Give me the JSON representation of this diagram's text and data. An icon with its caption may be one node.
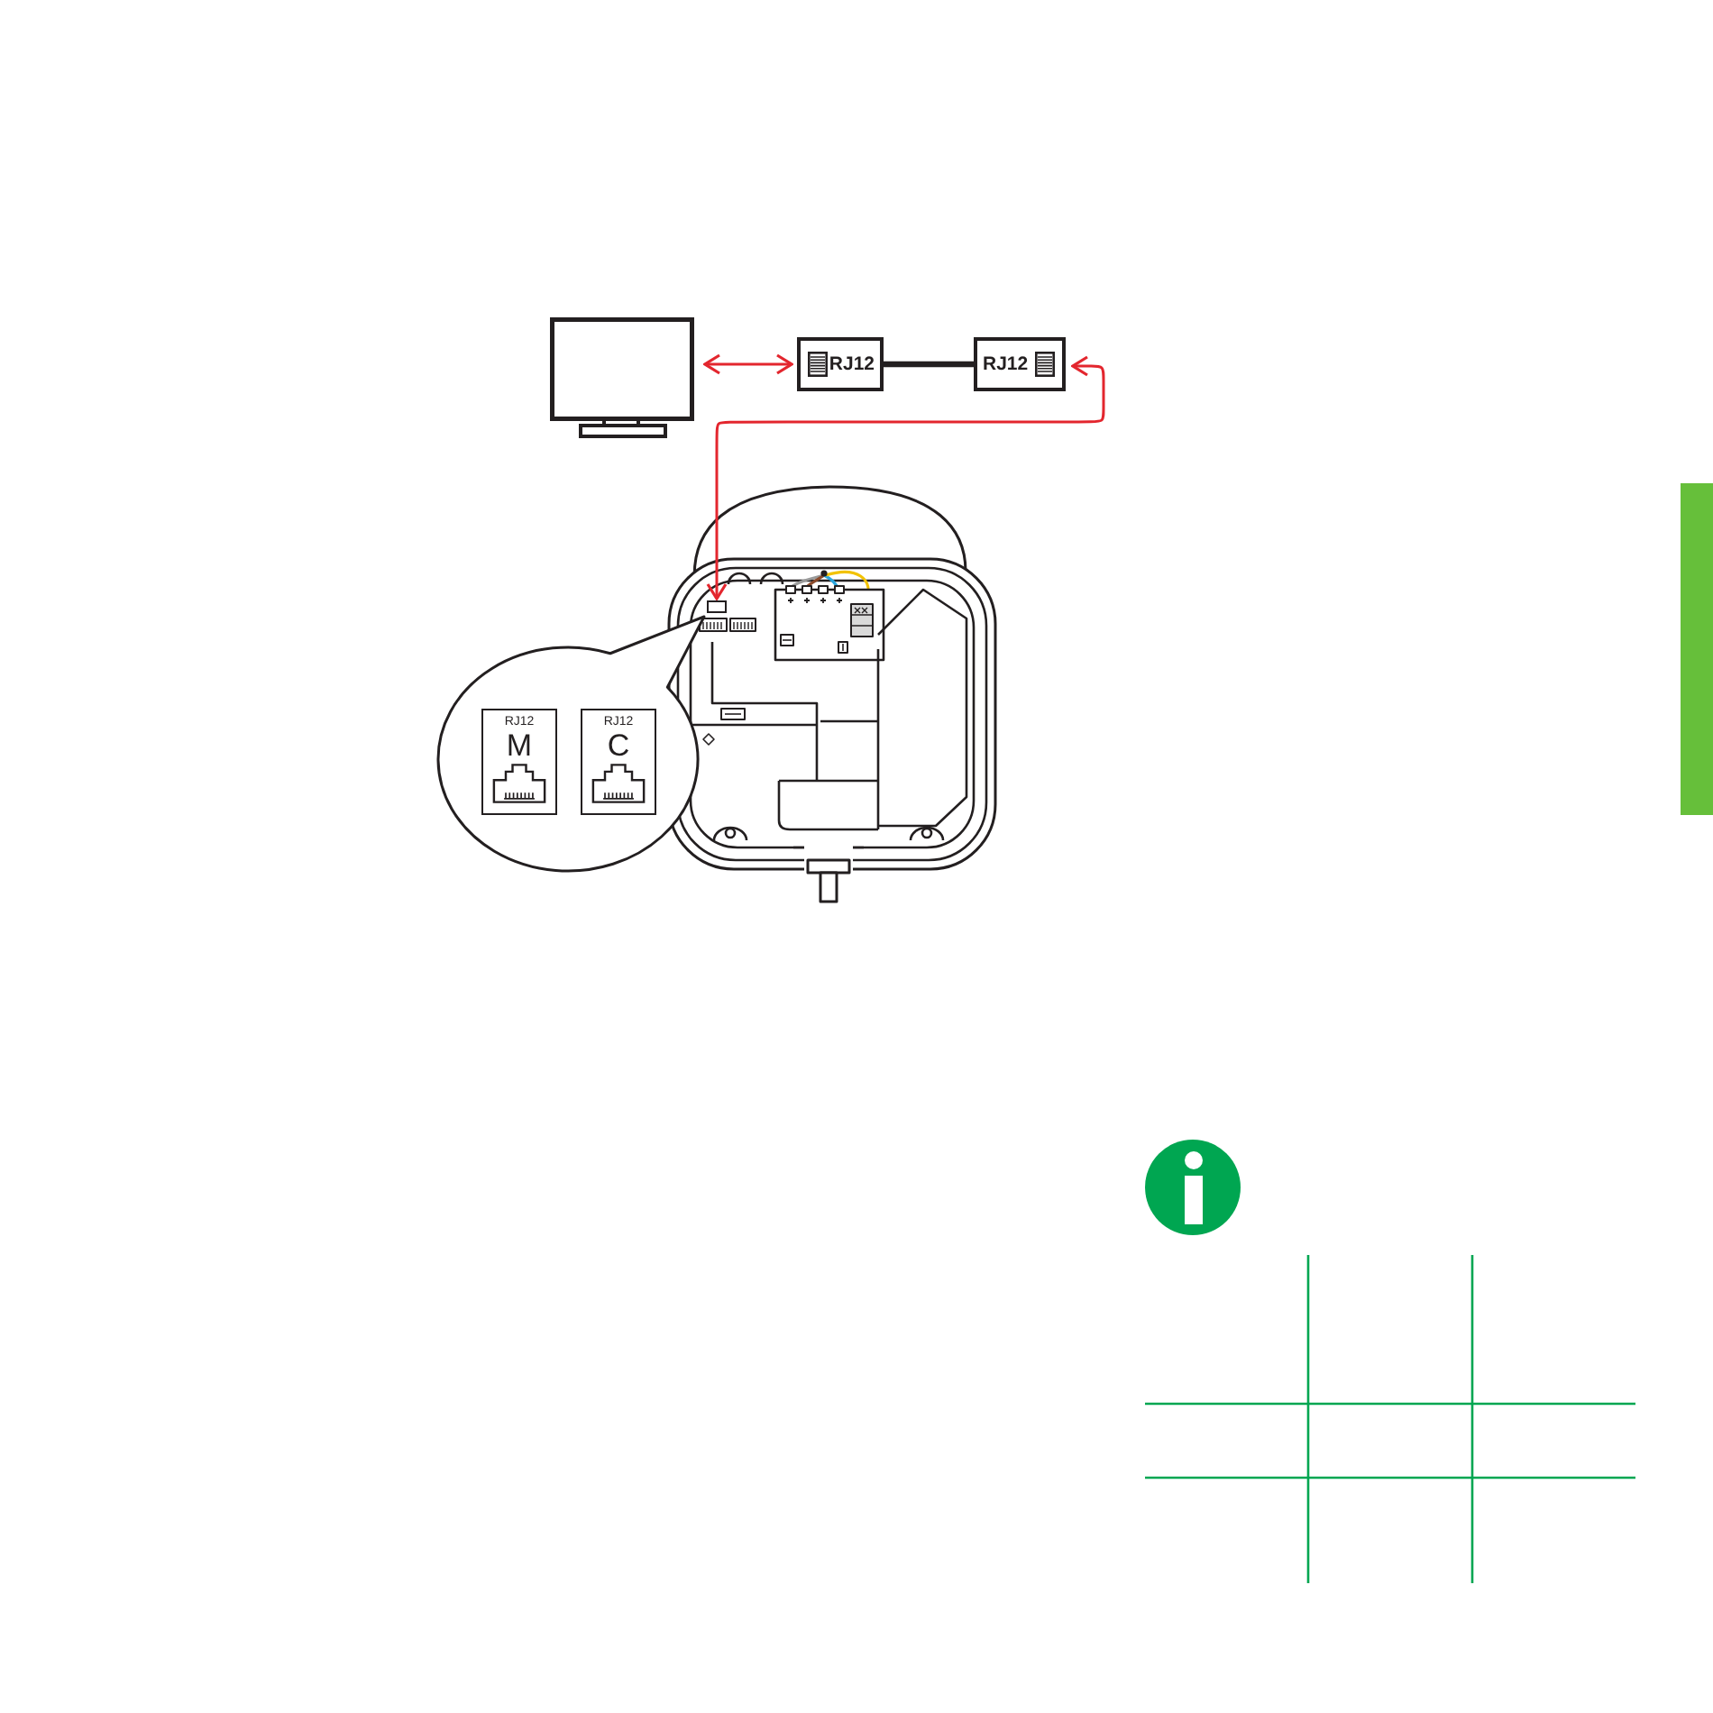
{
  "diagram": {
    "nodes": [
      {
        "text": [],
        "shape": "monitor"
      },
      {
        "text": [
          "RJ12"
        ]
      },
      {
        "text": [
          "RJ12"
        ]
      },
      {
        "text": [],
        "shape": "box"
      },
      {
        "text": [],
        "shape": "circle"
      },
      {
        "text": [
          "RJ12",
          "M"
        ],
        "in": 4
      },
      {
        "text": [
          "RJ12",
          "C"
        ],
        "in": 4
      },
      {
        "text": [],
        "shape": "bar"
      }
    ],
    "edges": [
      {
        "from": 0,
        "to": 1,
        "arrow": "both"
      },
      {
        "from": 1,
        "to": 2,
        "arrow": "none",
        "style": "thick",
        "color": "#231f20"
      },
      {
        "from": 2,
        "to": 3,
        "arrow": "both"
      }
    ]
  }
}
